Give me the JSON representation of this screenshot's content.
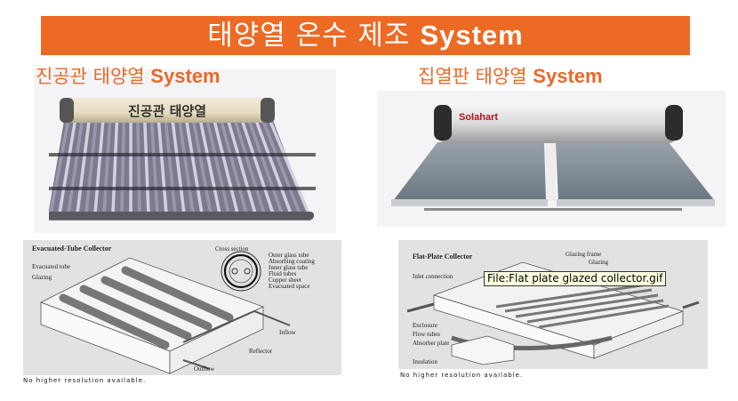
{
  "banner": {
    "title_ko": "태양열 온수 제조",
    "title_en": "System",
    "color": "#ec6a24"
  },
  "left": {
    "heading_ko": "진공관 태양열",
    "heading_en": "System",
    "photo_label": "진공관 태양열",
    "diagram": {
      "title": "Evacuated-Tube Collector",
      "labels": {
        "evacuated_tube": "Evacuated tube",
        "glazing": "Glazing",
        "cross_section": "Cross section",
        "outer_glass": "Outer glass tube",
        "absorbing": "Absorbing coating",
        "inner_glass": "Inner glass tube",
        "fluid_tubes": "Fluid tubes",
        "copper": "Copper sheet",
        "evacuated_space": "Evacuated space",
        "inflow": "Inflow",
        "reflector": "Reflector",
        "outflow": "Outflow"
      }
    },
    "caption": "No higher resolution available."
  },
  "right": {
    "heading_ko": "집열판 태양열",
    "heading_en": "System",
    "photo_brand": "Solahart",
    "diagram": {
      "title": "Flat-Plate Collector",
      "labels": {
        "glazing_frame": "Glazing frame",
        "glazing": "Glazing",
        "inlet": "Inlet connection",
        "enclosure": "Enclosure",
        "flow_tubes": "Flow tubes",
        "absorber": "Absorber plate",
        "insulation": "Insulation"
      },
      "tooltip": "File:Flat plate glazed collector.gif"
    },
    "caption": "No higher resolution available."
  }
}
